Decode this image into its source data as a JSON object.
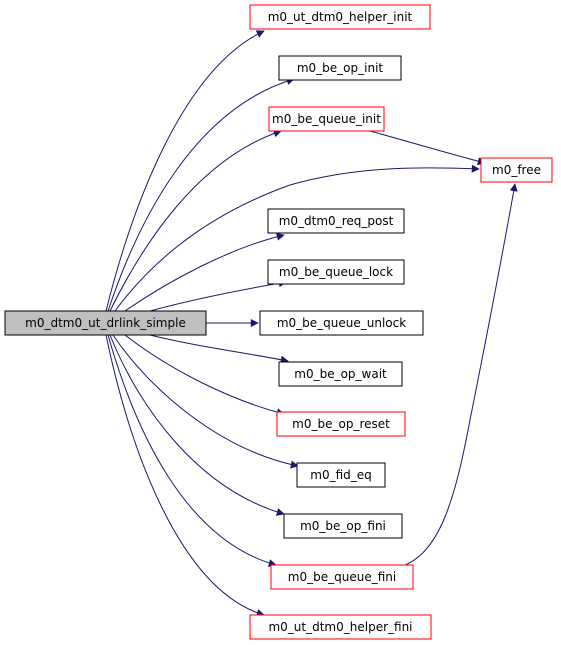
{
  "colors": {
    "edge": "#191970",
    "root_fill": "#bfbfbf",
    "root_border": "#000000",
    "leaf_border": "#000000",
    "link_border": "#ff0000",
    "node_fill": "#ffffff"
  },
  "nodes": [
    {
      "id": "root",
      "label": "m0_dtm0_ut_drlink_simple",
      "kind": "root"
    },
    {
      "id": "helper_init",
      "label": "m0_ut_dtm0_helper_init",
      "kind": "link"
    },
    {
      "id": "op_init",
      "label": "m0_be_op_init",
      "kind": "leaf"
    },
    {
      "id": "queue_init",
      "label": "m0_be_queue_init",
      "kind": "link"
    },
    {
      "id": "free",
      "label": "m0_free",
      "kind": "link"
    },
    {
      "id": "req_post",
      "label": "m0_dtm0_req_post",
      "kind": "leaf"
    },
    {
      "id": "queue_lock",
      "label": "m0_be_queue_lock",
      "kind": "leaf"
    },
    {
      "id": "queue_unlock",
      "label": "m0_be_queue_unlock",
      "kind": "leaf"
    },
    {
      "id": "op_wait",
      "label": "m0_be_op_wait",
      "kind": "leaf"
    },
    {
      "id": "op_reset",
      "label": "m0_be_op_reset",
      "kind": "link"
    },
    {
      "id": "fid_eq",
      "label": "m0_fid_eq",
      "kind": "leaf"
    },
    {
      "id": "op_fini",
      "label": "m0_be_op_fini",
      "kind": "leaf"
    },
    {
      "id": "queue_fini",
      "label": "m0_be_queue_fini",
      "kind": "link"
    },
    {
      "id": "helper_fini",
      "label": "m0_ut_dtm0_helper_fini",
      "kind": "link"
    }
  ],
  "edges": [
    {
      "from": "root",
      "to": "helper_init"
    },
    {
      "from": "root",
      "to": "op_init"
    },
    {
      "from": "root",
      "to": "queue_init"
    },
    {
      "from": "root",
      "to": "free"
    },
    {
      "from": "root",
      "to": "req_post"
    },
    {
      "from": "root",
      "to": "queue_lock"
    },
    {
      "from": "root",
      "to": "queue_unlock"
    },
    {
      "from": "root",
      "to": "op_wait"
    },
    {
      "from": "root",
      "to": "op_reset"
    },
    {
      "from": "root",
      "to": "fid_eq"
    },
    {
      "from": "root",
      "to": "op_fini"
    },
    {
      "from": "root",
      "to": "queue_fini"
    },
    {
      "from": "root",
      "to": "helper_fini"
    },
    {
      "from": "queue_init",
      "to": "free"
    },
    {
      "from": "queue_fini",
      "to": "free"
    }
  ]
}
